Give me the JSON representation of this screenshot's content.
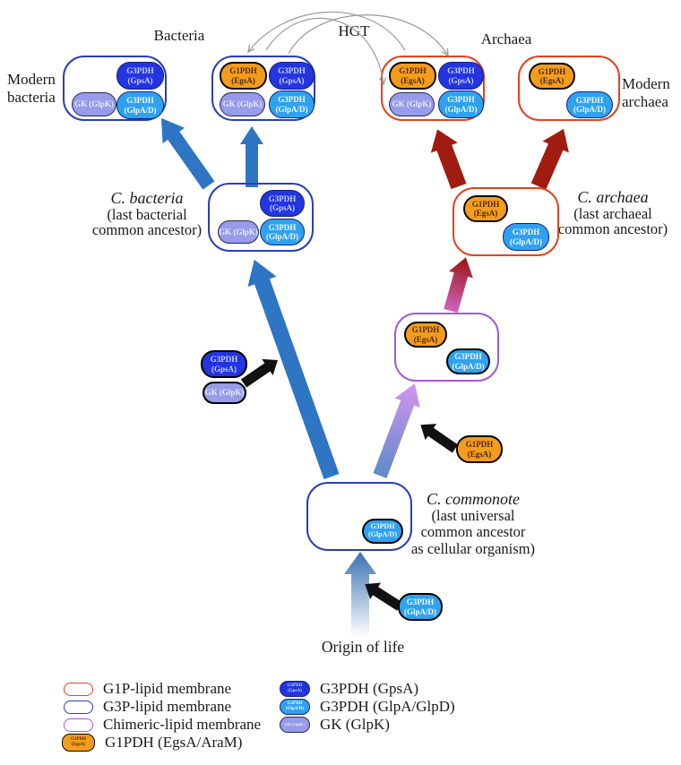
{
  "labels": {
    "bacteria": "Bacteria",
    "archaea": "Archaea",
    "hgt": "HGT",
    "modern_bacteria": "Modern bacteria",
    "modern_archaea": "Modern archaea",
    "c_bacteria_name": "C. bacteria",
    "c_bacteria_sub1": "(last bacterial",
    "c_bacteria_sub2": "common ancestor)",
    "c_archaea_name": "C. archaea",
    "c_archaea_sub1": "(last archaeal",
    "c_archaea_sub2": "common ancestor)",
    "c_commonote_name": "C. commonote",
    "c_commonote_sub1": "(last universal",
    "c_commonote_sub2": "common ancestor",
    "c_commonote_sub3": "as cellular organism)",
    "origin": "Origin of life"
  },
  "pills": {
    "egsa": {
      "l1": "G1PDH",
      "l2": "(EgsA)"
    },
    "gpsa": {
      "l1": "G3PDH",
      "l2": "(GpsA)"
    },
    "glpad": {
      "l1": "G3PDH",
      "l2": "(GlpA/D)"
    },
    "glpk": {
      "l1": "GK (GlpK)"
    }
  },
  "legend": {
    "left": [
      {
        "label": "G1P-lipid membrane"
      },
      {
        "label": "G3P-lipid membrane"
      },
      {
        "label": "Chimeric-lipid membrane"
      },
      {
        "label": "G1PDH (EgsA/AraM)"
      }
    ],
    "right": [
      {
        "label": "G3PDH (GpsA)"
      },
      {
        "label": "G3PDH (GlpA/GlpD)"
      },
      {
        "label": "GK (GlpK)"
      }
    ]
  },
  "colors": {
    "bacteria_arrow": "#2E76C4",
    "archaea_arrow": "#A11C10",
    "black_arrow": "#111111",
    "hgt_line": "#9A9A9A",
    "chimeric_tail": "#5E8BCA",
    "chimeric_tip": "#D494F0",
    "magenta_tail": "#CE63BE",
    "magenta_tip": "#9C1410",
    "origin_tail": "#FFFFFF",
    "origin_tip": "#3A72B4",
    "membrane_g1p": "#E8401C",
    "membrane_g3p": "#2A3EB8",
    "membrane_chimeric": "#A35BD6",
    "pill_orange": "#F49C1C",
    "pill_dark_blue": "#2335E0",
    "pill_light_blue": "#2EA2F0",
    "pill_light_purple": "#969BEA"
  }
}
